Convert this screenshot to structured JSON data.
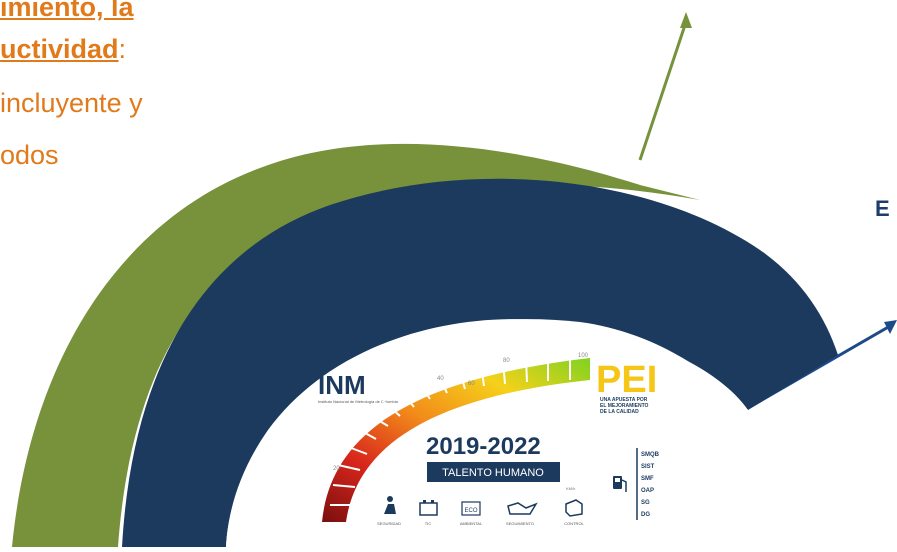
{
  "slide": {
    "heading_line1": "imiento, la",
    "heading_line2_bold": "uctividad",
    "heading_line2_colon": ":",
    "line3": "incluyente y",
    "line4": "odos",
    "right_label": "E"
  },
  "badge": {
    "logo_text": "INM",
    "institute_text": "Instituto Nacional de Metrología de Colombia",
    "years": "2019-2022",
    "subtitle": "TALENTO HUMANO",
    "gauge_ticks": [
      "20",
      "40",
      "60",
      "80",
      "100"
    ],
    "pei_text": "PEI",
    "tagline": [
      "UNA APUESTA POR",
      "EL MEJORAMIENTO",
      "DE LA CALIDAD"
    ],
    "codes": [
      "SMQB",
      "SIST",
      "SMF",
      "OAP",
      "SG",
      "DG"
    ],
    "small_label": "KM/h",
    "icons": [
      {
        "name": "SEGURIDAD",
        "icon": "person-icon"
      },
      {
        "name": "TIC",
        "icon": "battery-icon"
      },
      {
        "name": "AMBIENTAL",
        "icon": "eco-icon"
      },
      {
        "name": "SEGUIMIENTO",
        "icon": "oil-can-icon"
      },
      {
        "name": "CONTROL",
        "icon": "engine-icon"
      }
    ]
  },
  "colors": {
    "green_arc": "#77923b",
    "blue_arc": "#1c3a5e",
    "orange_text": "#e07a1b"
  }
}
